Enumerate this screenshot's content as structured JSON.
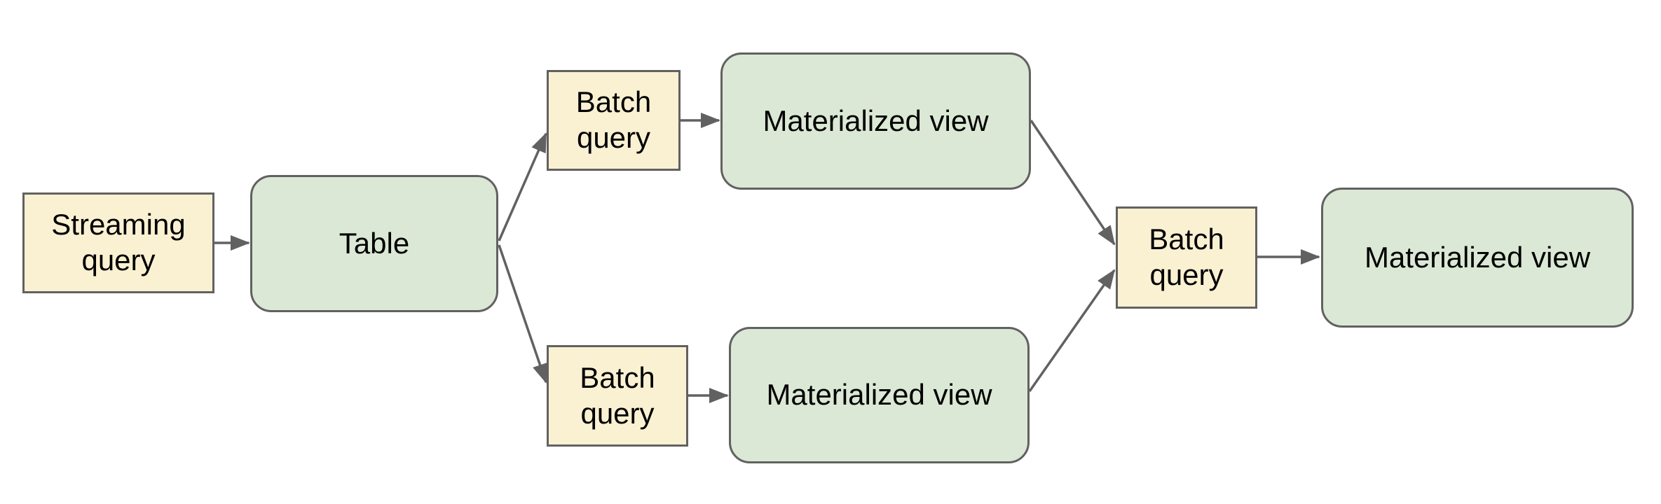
{
  "diagram": {
    "background_color": "#ffffff",
    "colors": {
      "query_fill": "#faf1d2",
      "view_fill": "#dbe8d5",
      "border": "#616161",
      "arrow": "#616161",
      "text": "#000000"
    },
    "nodes": [
      {
        "id": "streaming-query",
        "label": "Streaming query",
        "type": "query"
      },
      {
        "id": "table",
        "label": "Table",
        "type": "view"
      },
      {
        "id": "batch-query-top",
        "label": "Batch query",
        "type": "query"
      },
      {
        "id": "materialized-view-top",
        "label": "Materialized view",
        "type": "view"
      },
      {
        "id": "batch-query-bottom",
        "label": "Batch query",
        "type": "query"
      },
      {
        "id": "materialized-view-bottom",
        "label": "Materialized view",
        "type": "view"
      },
      {
        "id": "batch-query-merge",
        "label": "Batch query",
        "type": "query"
      },
      {
        "id": "materialized-view-right",
        "label": "Materialized view",
        "type": "view"
      }
    ],
    "edges": [
      {
        "from": "streaming-query",
        "to": "table"
      },
      {
        "from": "table",
        "to": "batch-query-top"
      },
      {
        "from": "table",
        "to": "batch-query-bottom"
      },
      {
        "from": "batch-query-top",
        "to": "materialized-view-top"
      },
      {
        "from": "batch-query-bottom",
        "to": "materialized-view-bottom"
      },
      {
        "from": "materialized-view-top",
        "to": "batch-query-merge"
      },
      {
        "from": "materialized-view-bottom",
        "to": "batch-query-merge"
      },
      {
        "from": "batch-query-merge",
        "to": "materialized-view-right"
      }
    ]
  }
}
